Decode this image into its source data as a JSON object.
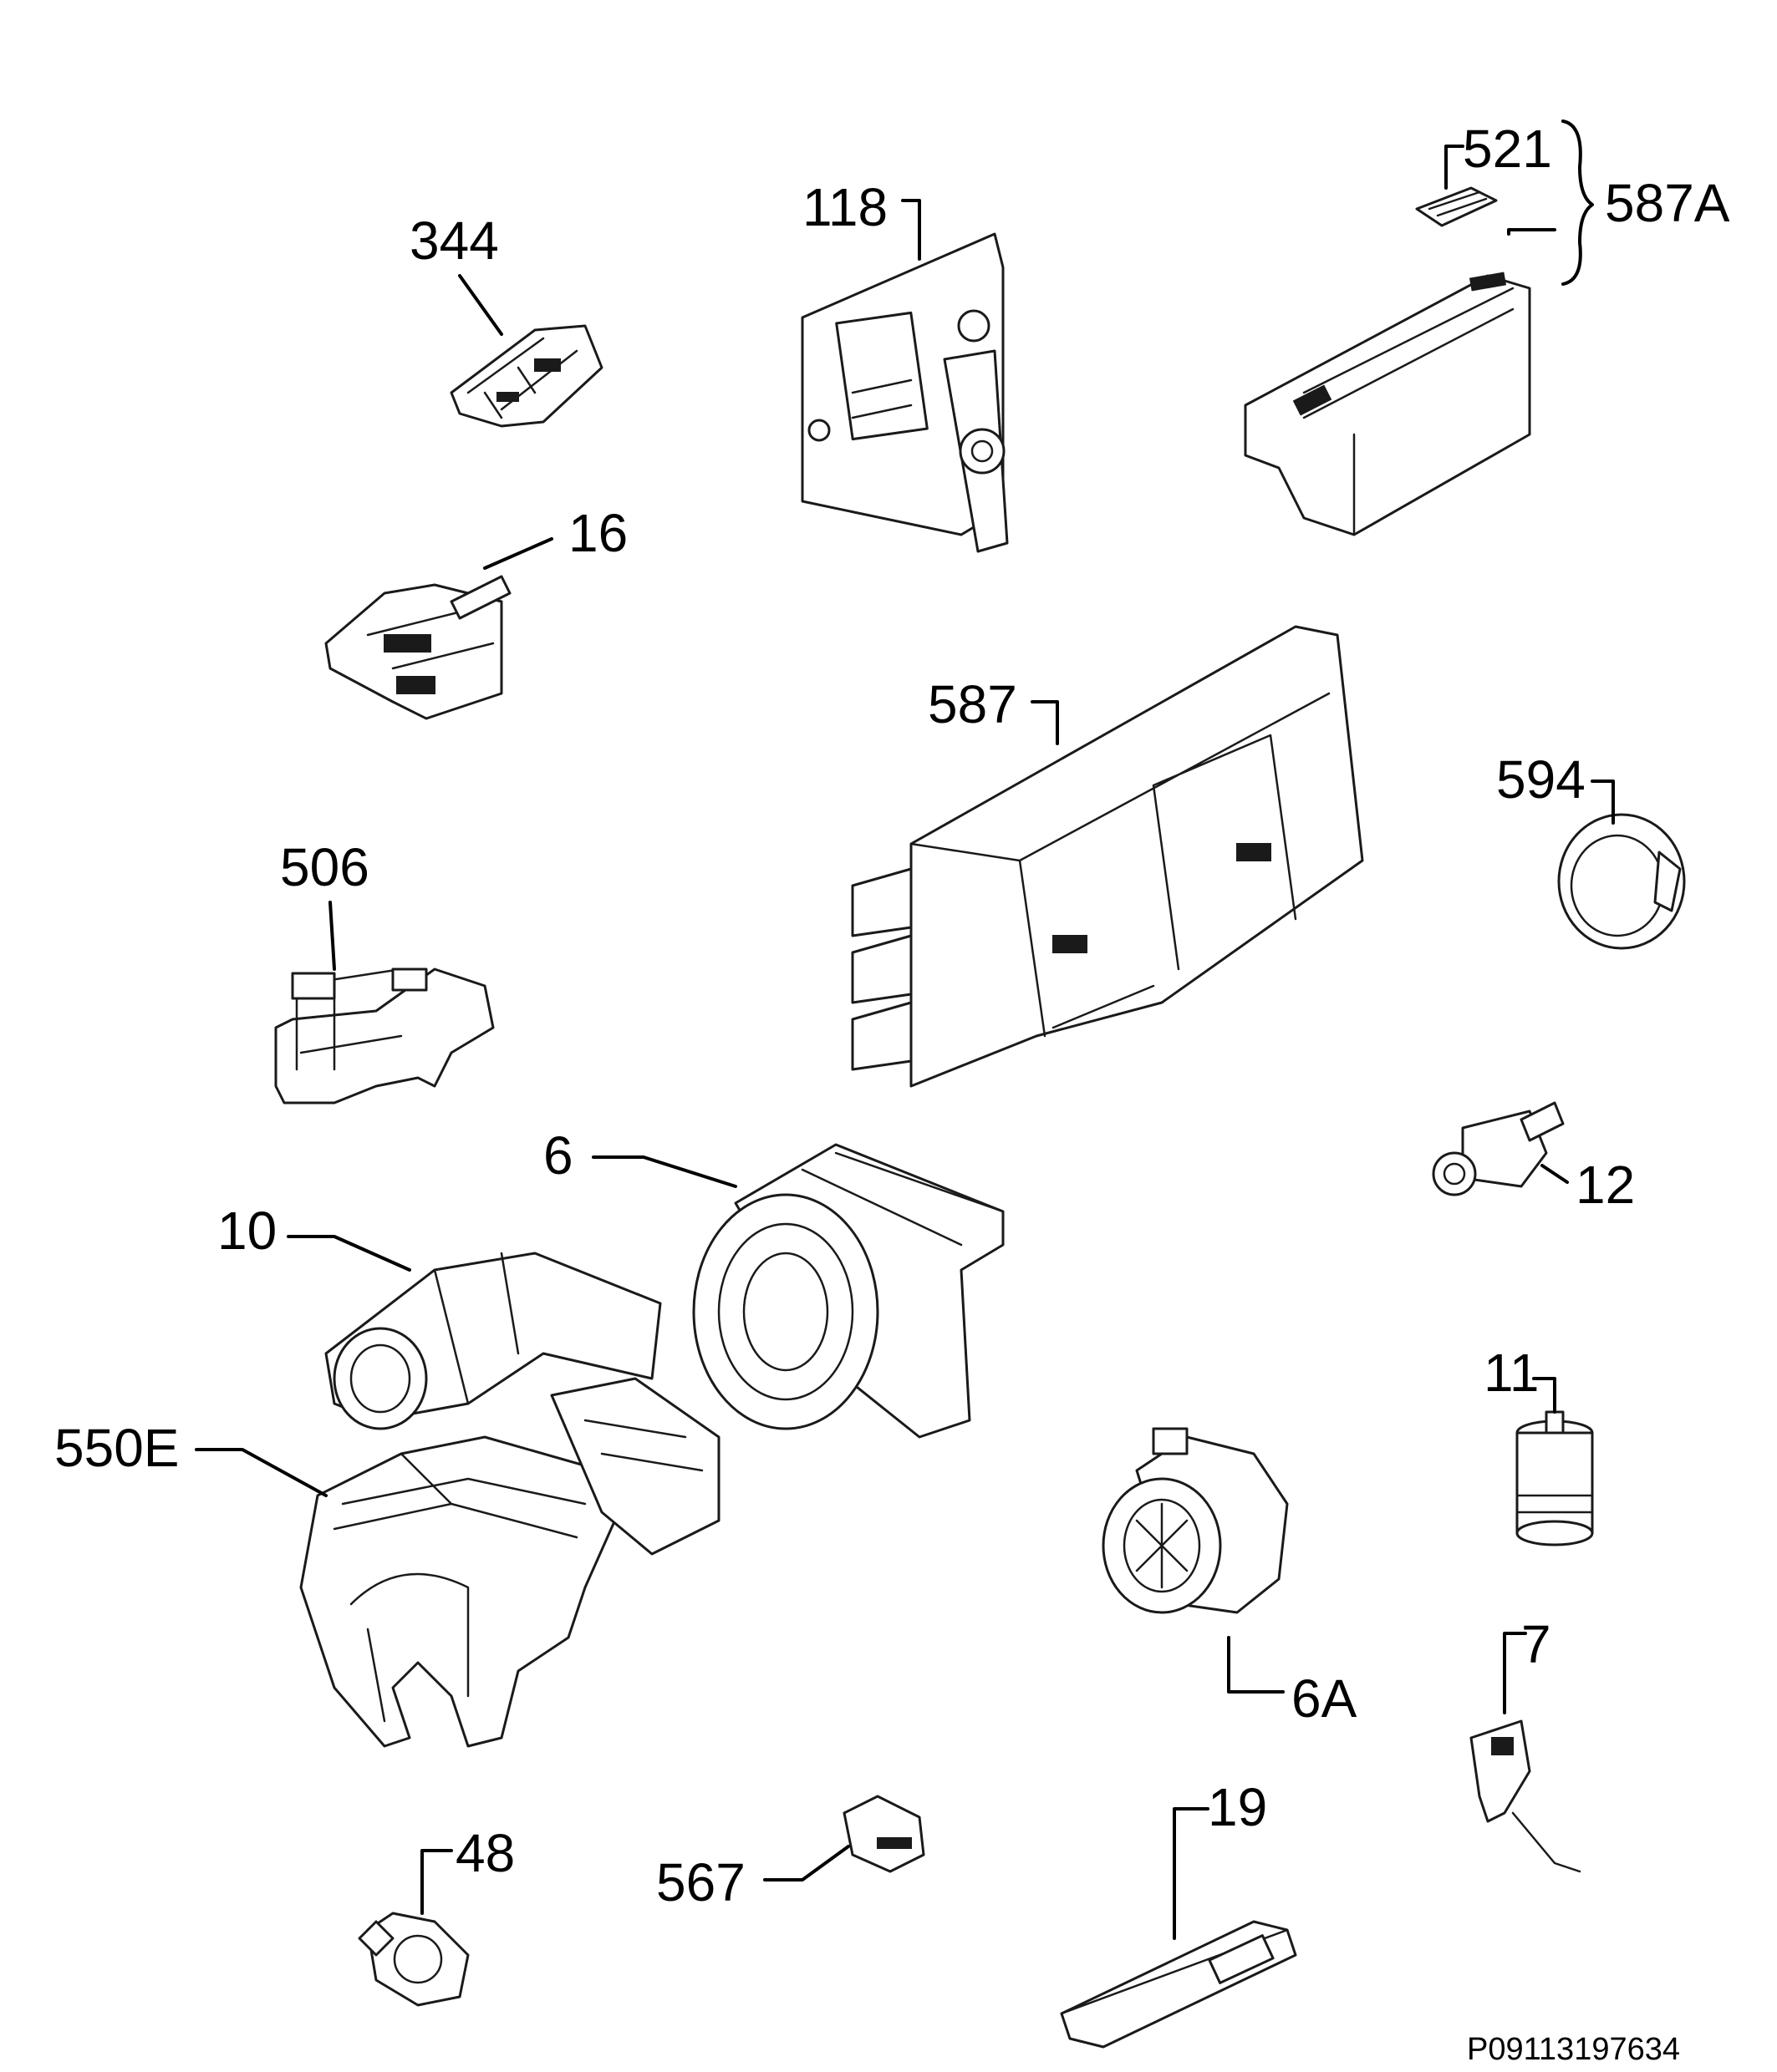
{
  "diagram": {
    "reference_code": "P09113197634",
    "callouts": {
      "c344": "344",
      "c118": "118",
      "c521": "521",
      "c587A": "587A",
      "c16": "16",
      "c587": "587",
      "c594": "594",
      "c506": "506",
      "c12": "12",
      "c6": "6",
      "c10": "10",
      "c11": "11",
      "c550E": "550E",
      "c6A": "6A",
      "c7": "7",
      "c48": "48",
      "c567": "567",
      "c19": "19"
    }
  }
}
